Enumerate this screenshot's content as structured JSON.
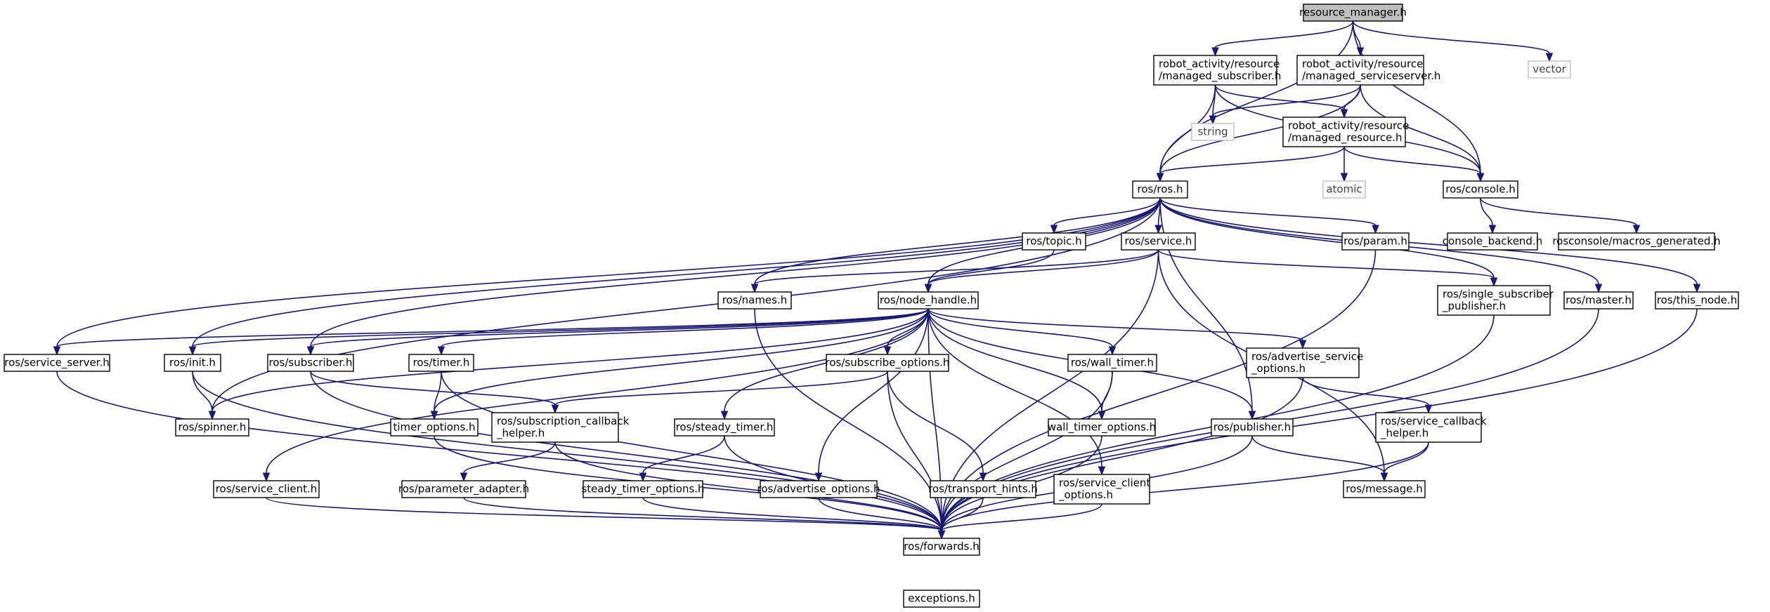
{
  "colors": {
    "edge": "#191970",
    "node_border": "#000000",
    "std_border": "#bfbfbf",
    "root_fill": "#bfbfbf",
    "node_fill": "#ffffff"
  },
  "nodes": [
    {
      "id": "resource_manager",
      "lines": [
        "resource_manager.h"
      ],
      "kind": "root"
    },
    {
      "id": "managed_subscriber",
      "lines": [
        "robot_activity/resource",
        "/managed_subscriber.h"
      ],
      "kind": "file"
    },
    {
      "id": "managed_serviceserver",
      "lines": [
        "robot_activity/resource",
        "/managed_serviceserver.h"
      ],
      "kind": "file"
    },
    {
      "id": "vector",
      "lines": [
        "vector"
      ],
      "kind": "std"
    },
    {
      "id": "string",
      "lines": [
        "string"
      ],
      "kind": "std"
    },
    {
      "id": "managed_resource",
      "lines": [
        "robot_activity/resource",
        "/managed_resource.h"
      ],
      "kind": "file"
    },
    {
      "id": "ros",
      "lines": [
        "ros/ros.h"
      ],
      "kind": "file"
    },
    {
      "id": "atomic",
      "lines": [
        "atomic"
      ],
      "kind": "std"
    },
    {
      "id": "console",
      "lines": [
        "ros/console.h"
      ],
      "kind": "file"
    },
    {
      "id": "console_backend",
      "lines": [
        "console_backend.h"
      ],
      "kind": "file"
    },
    {
      "id": "macros_generated",
      "lines": [
        "rosconsole/macros_generated.h"
      ],
      "kind": "file"
    },
    {
      "id": "topic",
      "lines": [
        "ros/topic.h"
      ],
      "kind": "file"
    },
    {
      "id": "service",
      "lines": [
        "ros/service.h"
      ],
      "kind": "file"
    },
    {
      "id": "param",
      "lines": [
        "ros/param.h"
      ],
      "kind": "file"
    },
    {
      "id": "names",
      "lines": [
        "ros/names.h"
      ],
      "kind": "file"
    },
    {
      "id": "node_handle",
      "lines": [
        "ros/node_handle.h"
      ],
      "kind": "file"
    },
    {
      "id": "single_subscriber",
      "lines": [
        "ros/single_subscriber",
        "_publisher.h"
      ],
      "kind": "file"
    },
    {
      "id": "master",
      "lines": [
        "ros/master.h"
      ],
      "kind": "file"
    },
    {
      "id": "this_node",
      "lines": [
        "ros/this_node.h"
      ],
      "kind": "file"
    },
    {
      "id": "service_server",
      "lines": [
        "ros/service_server.h"
      ],
      "kind": "file"
    },
    {
      "id": "init",
      "lines": [
        "ros/init.h"
      ],
      "kind": "file"
    },
    {
      "id": "subscriber",
      "lines": [
        "ros/subscriber.h"
      ],
      "kind": "file"
    },
    {
      "id": "timer",
      "lines": [
        "ros/timer.h"
      ],
      "kind": "file"
    },
    {
      "id": "subscribe_options",
      "lines": [
        "ros/subscribe_options.h"
      ],
      "kind": "file"
    },
    {
      "id": "wall_timer",
      "lines": [
        "ros/wall_timer.h"
      ],
      "kind": "file"
    },
    {
      "id": "advertise_service_options",
      "lines": [
        "ros/advertise_service",
        "_options.h"
      ],
      "kind": "file"
    },
    {
      "id": "spinner",
      "lines": [
        "ros/spinner.h"
      ],
      "kind": "file"
    },
    {
      "id": "timer_options",
      "lines": [
        "timer_options.h"
      ],
      "kind": "file"
    },
    {
      "id": "subscription_callback_helper",
      "lines": [
        "ros/subscription_callback",
        "_helper.h"
      ],
      "kind": "file"
    },
    {
      "id": "steady_timer",
      "lines": [
        "ros/steady_timer.h"
      ],
      "kind": "file"
    },
    {
      "id": "wall_timer_options",
      "lines": [
        "wall_timer_options.h"
      ],
      "kind": "file"
    },
    {
      "id": "publisher",
      "lines": [
        "ros/publisher.h"
      ],
      "kind": "file"
    },
    {
      "id": "service_callback_helper",
      "lines": [
        "ros/service_callback",
        "_helper.h"
      ],
      "kind": "file"
    },
    {
      "id": "service_client",
      "lines": [
        "ros/service_client.h"
      ],
      "kind": "file"
    },
    {
      "id": "parameter_adapter",
      "lines": [
        "ros/parameter_adapter.h"
      ],
      "kind": "file"
    },
    {
      "id": "steady_timer_options",
      "lines": [
        "steady_timer_options.h"
      ],
      "kind": "file"
    },
    {
      "id": "advertise_options",
      "lines": [
        "ros/advertise_options.h"
      ],
      "kind": "file"
    },
    {
      "id": "transport_hints",
      "lines": [
        "ros/transport_hints.h"
      ],
      "kind": "file"
    },
    {
      "id": "service_client_options",
      "lines": [
        "ros/service_client",
        "_options.h"
      ],
      "kind": "file"
    },
    {
      "id": "message",
      "lines": [
        "ros/message.h"
      ],
      "kind": "file"
    },
    {
      "id": "forwards",
      "lines": [
        "ros/forwards.h"
      ],
      "kind": "file"
    },
    {
      "id": "exceptions",
      "lines": [
        "exceptions.h"
      ],
      "kind": "file"
    }
  ],
  "edges": [
    [
      "resource_manager",
      "managed_subscriber"
    ],
    [
      "resource_manager",
      "managed_serviceserver"
    ],
    [
      "resource_manager",
      "ros"
    ],
    [
      "resource_manager",
      "console"
    ],
    [
      "resource_manager",
      "vector"
    ],
    [
      "managed_subscriber",
      "string"
    ],
    [
      "managed_subscriber",
      "managed_resource"
    ],
    [
      "managed_subscriber",
      "ros"
    ],
    [
      "managed_subscriber",
      "console"
    ],
    [
      "managed_serviceserver",
      "string"
    ],
    [
      "managed_serviceserver",
      "managed_resource"
    ],
    [
      "managed_serviceserver",
      "ros"
    ],
    [
      "managed_serviceserver",
      "console"
    ],
    [
      "managed_resource",
      "ros"
    ],
    [
      "managed_resource",
      "atomic"
    ],
    [
      "managed_resource",
      "console"
    ],
    [
      "console",
      "console_backend"
    ],
    [
      "console",
      "macros_generated"
    ],
    [
      "ros",
      "topic"
    ],
    [
      "ros",
      "service"
    ],
    [
      "ros",
      "param"
    ],
    [
      "ros",
      "names"
    ],
    [
      "ros",
      "node_handle"
    ],
    [
      "ros",
      "single_subscriber"
    ],
    [
      "ros",
      "master"
    ],
    [
      "ros",
      "this_node"
    ],
    [
      "ros",
      "service_server"
    ],
    [
      "ros",
      "init"
    ],
    [
      "ros",
      "subscriber"
    ],
    [
      "ros",
      "spinner"
    ],
    [
      "ros",
      "publisher"
    ],
    [
      "topic",
      "node_handle"
    ],
    [
      "service",
      "node_handle"
    ],
    [
      "service",
      "names"
    ],
    [
      "service",
      "message"
    ],
    [
      "service",
      "forwards"
    ],
    [
      "service",
      "single_subscriber"
    ],
    [
      "param",
      "forwards"
    ],
    [
      "names",
      "forwards"
    ],
    [
      "node_handle",
      "service_server"
    ],
    [
      "node_handle",
      "init"
    ],
    [
      "node_handle",
      "subscriber"
    ],
    [
      "node_handle",
      "timer"
    ],
    [
      "node_handle",
      "subscribe_options"
    ],
    [
      "node_handle",
      "wall_timer"
    ],
    [
      "node_handle",
      "advertise_service_options"
    ],
    [
      "node_handle",
      "spinner"
    ],
    [
      "node_handle",
      "timer_options"
    ],
    [
      "node_handle",
      "steady_timer"
    ],
    [
      "node_handle",
      "wall_timer_options"
    ],
    [
      "node_handle",
      "publisher"
    ],
    [
      "node_handle",
      "service_client"
    ],
    [
      "node_handle",
      "advertise_options"
    ],
    [
      "node_handle",
      "service_client_options"
    ],
    [
      "node_handle",
      "forwards"
    ],
    [
      "single_subscriber",
      "forwards"
    ],
    [
      "master",
      "forwards"
    ],
    [
      "this_node",
      "forwards"
    ],
    [
      "service_server",
      "forwards"
    ],
    [
      "init",
      "spinner"
    ],
    [
      "init",
      "forwards"
    ],
    [
      "subscriber",
      "subscription_callback_helper"
    ],
    [
      "subscriber",
      "forwards"
    ],
    [
      "timer",
      "timer_options"
    ],
    [
      "timer",
      "forwards"
    ],
    [
      "subscribe_options",
      "subscription_callback_helper"
    ],
    [
      "subscribe_options",
      "transport_hints"
    ],
    [
      "subscribe_options",
      "forwards"
    ],
    [
      "wall_timer",
      "wall_timer_options"
    ],
    [
      "wall_timer",
      "forwards"
    ],
    [
      "advertise_service_options",
      "service_callback_helper"
    ],
    [
      "advertise_service_options",
      "forwards"
    ],
    [
      "timer_options",
      "forwards"
    ],
    [
      "subscription_callback_helper",
      "parameter_adapter"
    ],
    [
      "subscription_callback_helper",
      "forwards"
    ],
    [
      "steady_timer",
      "steady_timer_options"
    ],
    [
      "steady_timer",
      "forwards"
    ],
    [
      "wall_timer_options",
      "forwards"
    ],
    [
      "publisher",
      "message"
    ],
    [
      "publisher",
      "forwards"
    ],
    [
      "service_callback_helper",
      "message"
    ],
    [
      "service_callback_helper",
      "forwards"
    ],
    [
      "service_client",
      "forwards"
    ],
    [
      "parameter_adapter",
      "forwards"
    ],
    [
      "steady_timer_options",
      "forwards"
    ],
    [
      "advertise_options",
      "forwards"
    ],
    [
      "transport_hints",
      "forwards"
    ],
    [
      "service_client_options",
      "forwards"
    ]
  ]
}
